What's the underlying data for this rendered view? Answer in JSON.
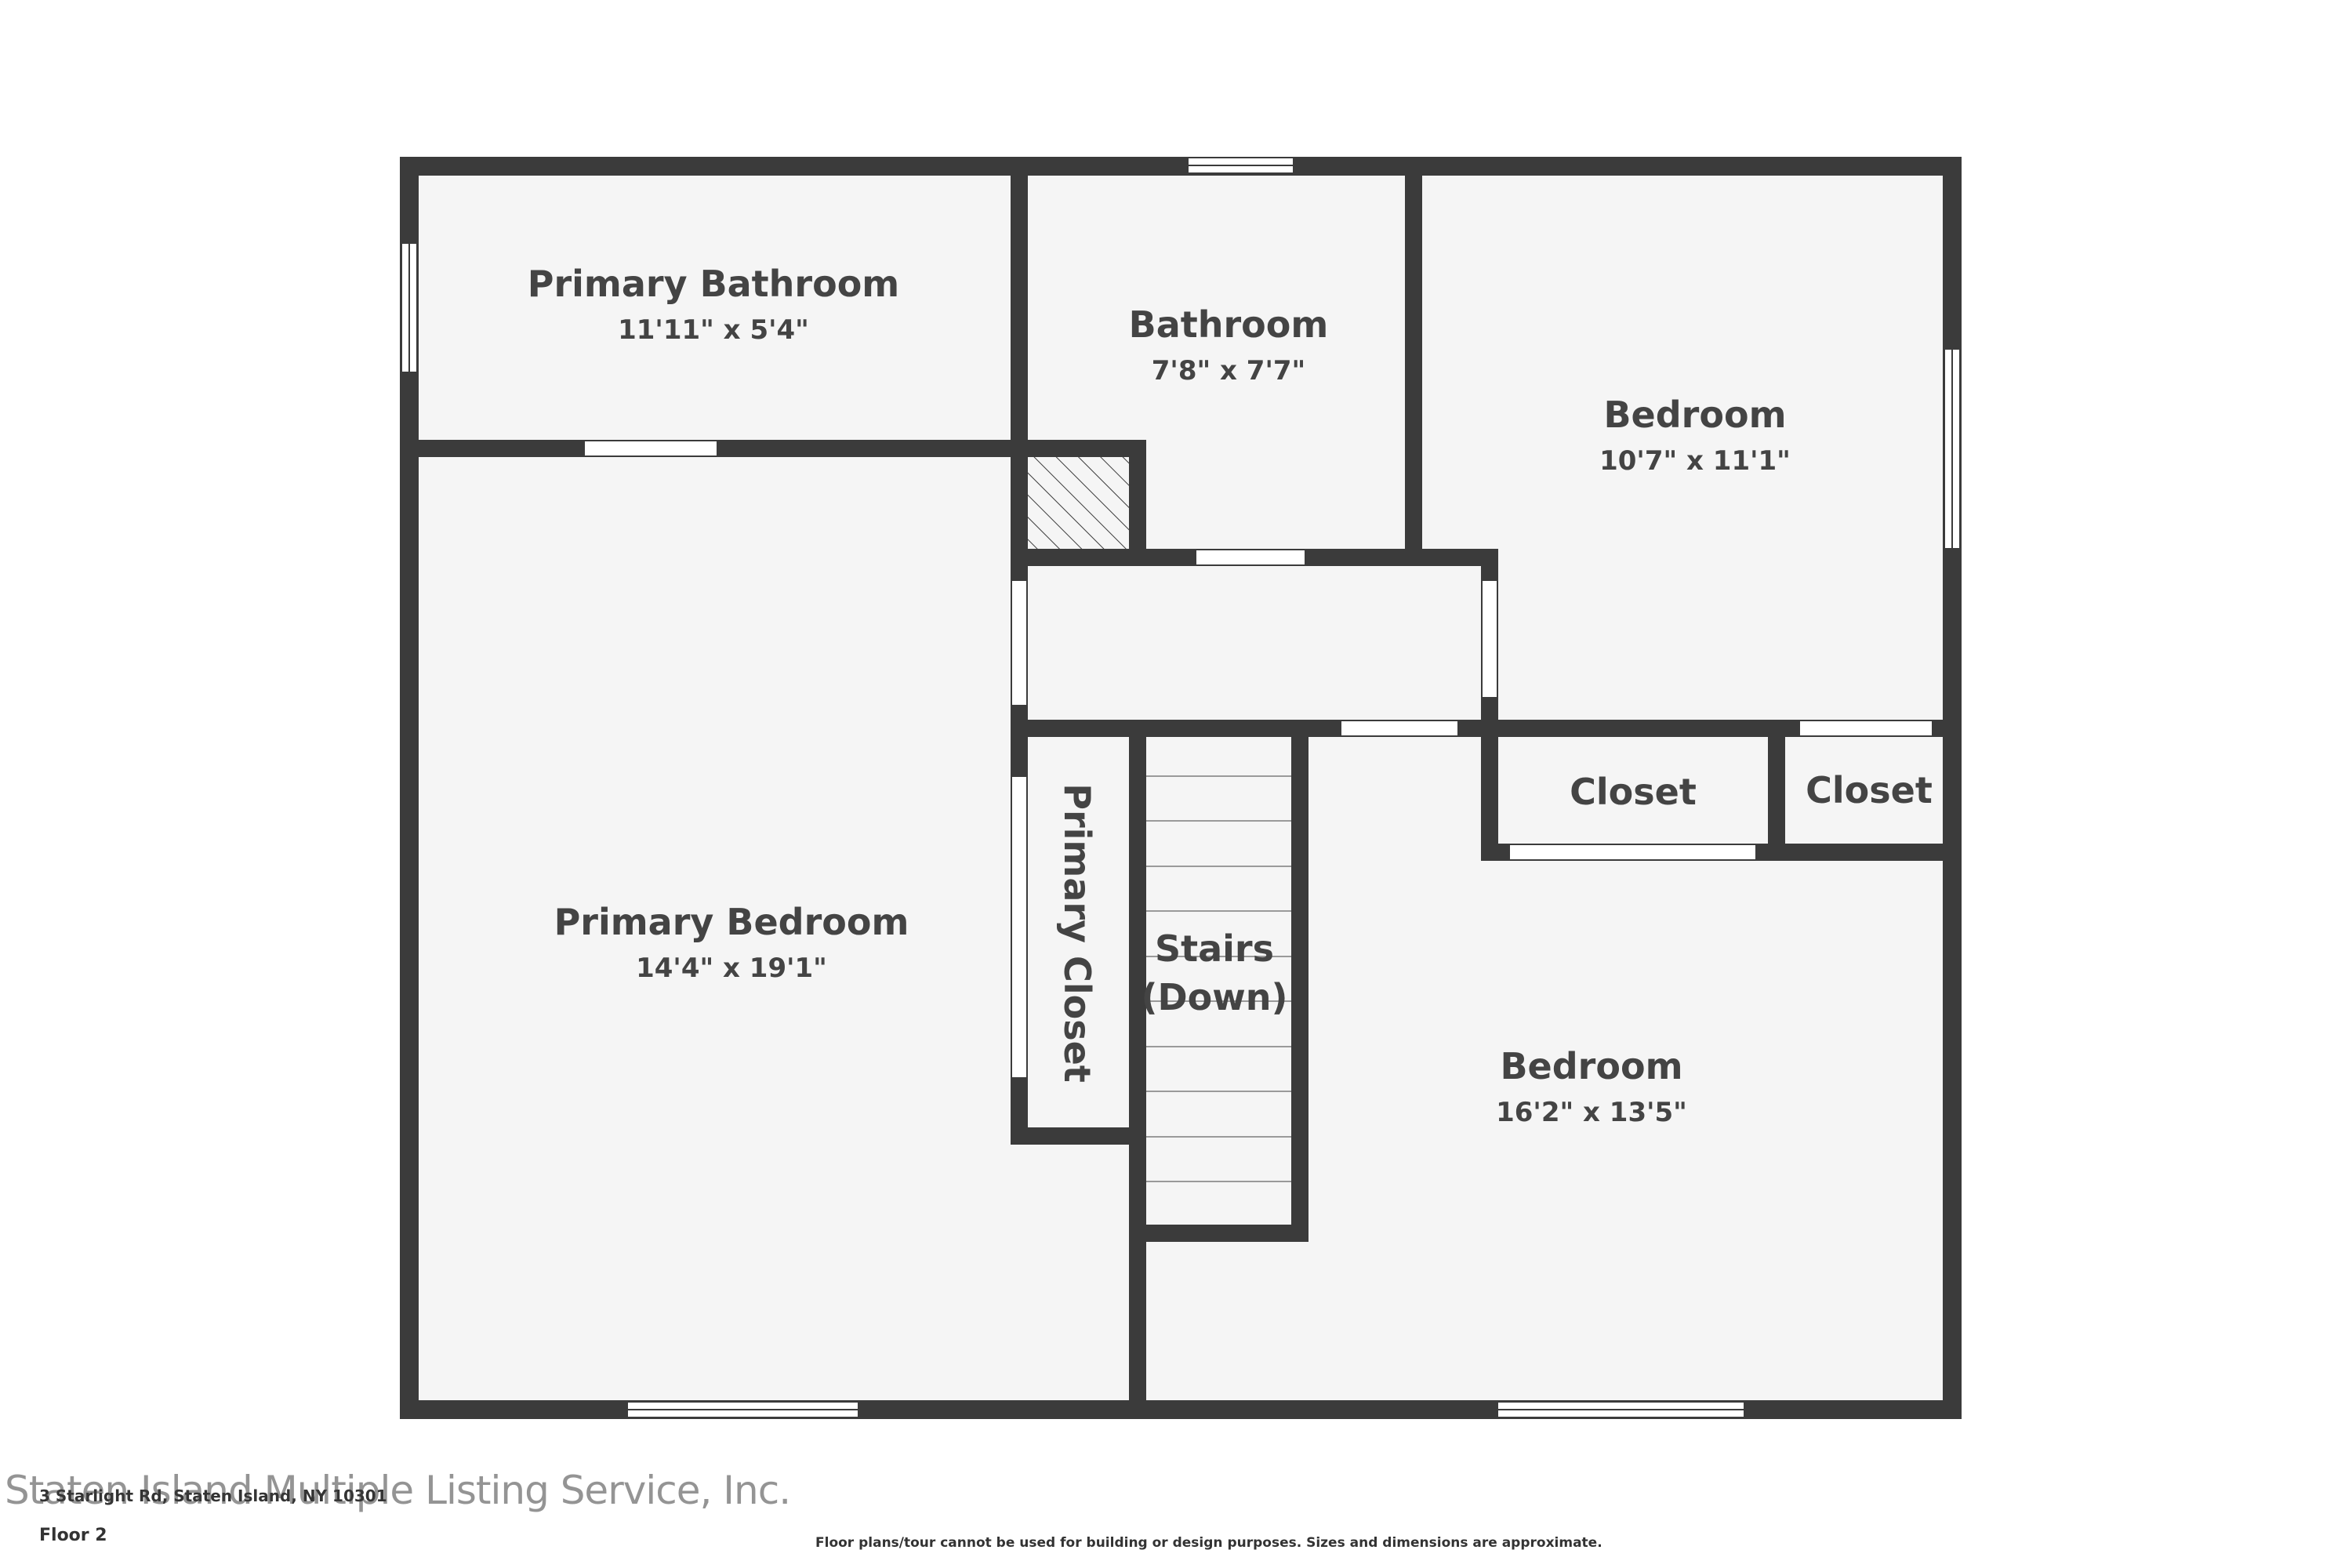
{
  "rooms": {
    "primary_bathroom": {
      "name": "Primary Bathroom",
      "dims": "11'11\" x 5'4\""
    },
    "bathroom": {
      "name": "Bathroom",
      "dims": "7'8\" x 7'7\""
    },
    "bedroom_upper": {
      "name": "Bedroom",
      "dims": "10'7\" x 11'1\""
    },
    "primary_bedroom": {
      "name": "Primary Bedroom",
      "dims": "14'4\" x 19'1\""
    },
    "primary_closet": {
      "name": "Primary Closet"
    },
    "stairs": {
      "line1": "Stairs",
      "line2": "(Down)"
    },
    "closet_1": {
      "name": "Closet"
    },
    "closet_2": {
      "name": "Closet"
    },
    "bedroom_lower": {
      "name": "Bedroom",
      "dims": "16'2\" x 13'5\""
    }
  },
  "footer": {
    "address": "3 Starlight Rd, Staten Island, NY 10301",
    "floor": "Floor 2",
    "watermark": "Staten Island Multiple Listing Service, Inc.",
    "disclaimer": "Floor plans/tour cannot be used for building or design purposes. Sizes and dimensions are approximate."
  },
  "colors": {
    "wall": "#3b3b3b",
    "floor": "#f5f5f5",
    "text": "#444444"
  }
}
